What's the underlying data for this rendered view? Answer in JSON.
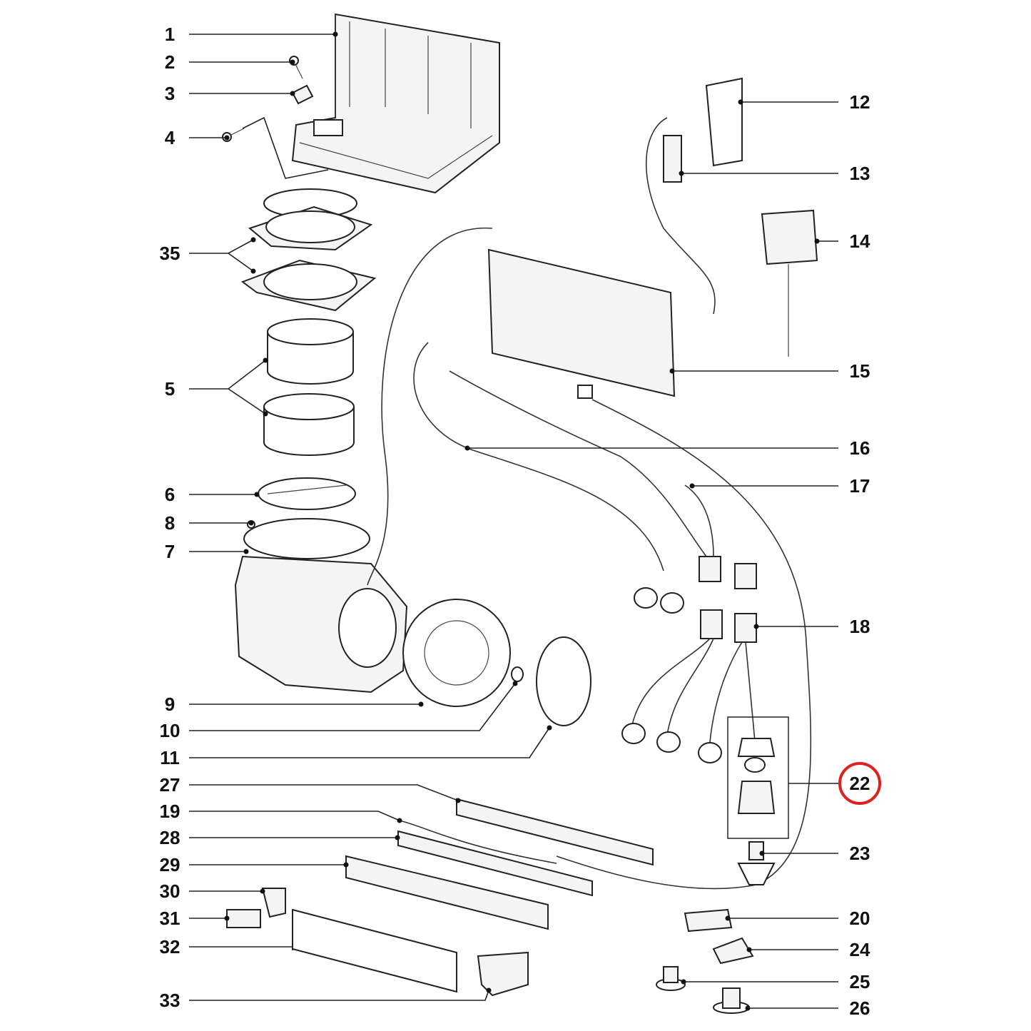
{
  "highlight_color": "#e0201c",
  "highlighted_callout": "22",
  "callouts": {
    "c1": "1",
    "c2": "2",
    "c3": "3",
    "c4": "4",
    "c35": "35",
    "c5": "5",
    "c6": "6",
    "c8": "8",
    "c7": "7",
    "c9": "9",
    "c10": "10",
    "c11": "11",
    "c27": "27",
    "c19": "19",
    "c28": "28",
    "c29": "29",
    "c30": "30",
    "c31": "31",
    "c32": "32",
    "c33": "33",
    "c12": "12",
    "c13": "13",
    "c14": "14",
    "c15": "15",
    "c16": "16",
    "c17": "17",
    "c18": "18",
    "c22": "22",
    "c23": "23",
    "c20": "20",
    "c24": "24",
    "c25": "25",
    "c26": "26"
  }
}
